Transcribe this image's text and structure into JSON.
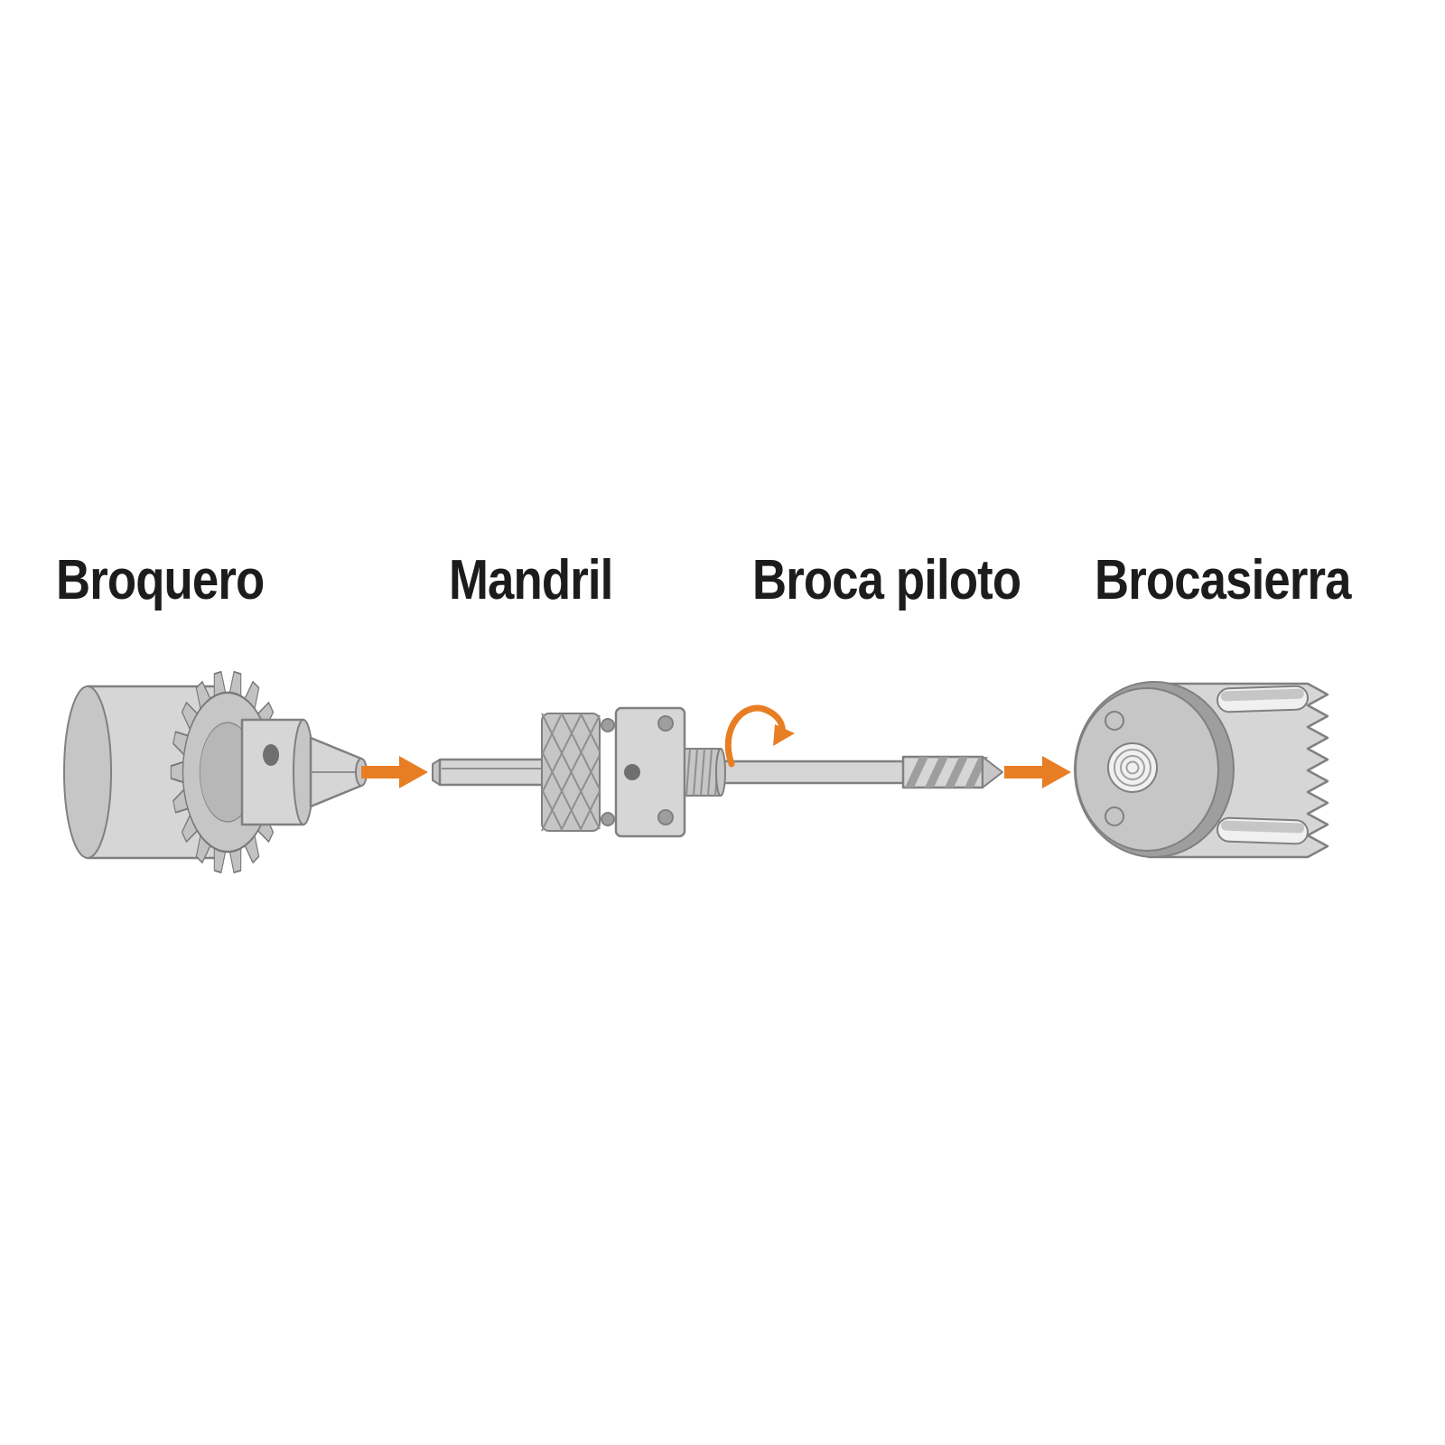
{
  "diagram": {
    "items": [
      {
        "id": "broquero",
        "label": "Broquero",
        "icon": "drill-chuck-icon"
      },
      {
        "id": "mandril",
        "label": "Mandril",
        "icon": "mandrel-icon"
      },
      {
        "id": "broca-piloto",
        "label": "Broca piloto",
        "icon": "pilot-drill-bit-icon"
      },
      {
        "id": "brocasierra",
        "label": "Brocasierra",
        "icon": "hole-saw-icon"
      }
    ],
    "connectors": [
      {
        "type": "arrow-right-icon",
        "from": "broquero",
        "to": "mandril"
      },
      {
        "type": "rotation-arrow-icon",
        "at": "broca-piloto"
      },
      {
        "type": "arrow-right-icon",
        "from": "broca-piloto",
        "to": "brocasierra"
      }
    ],
    "colors": {
      "accent_orange": "#E87E24",
      "metal_light": "#D6D6D6",
      "metal_mid": "#C6C6C6",
      "metal_dark": "#9E9E9E",
      "outline": "#808080",
      "label_text": "#1C1C1C",
      "background": "#FFFFFF"
    }
  }
}
